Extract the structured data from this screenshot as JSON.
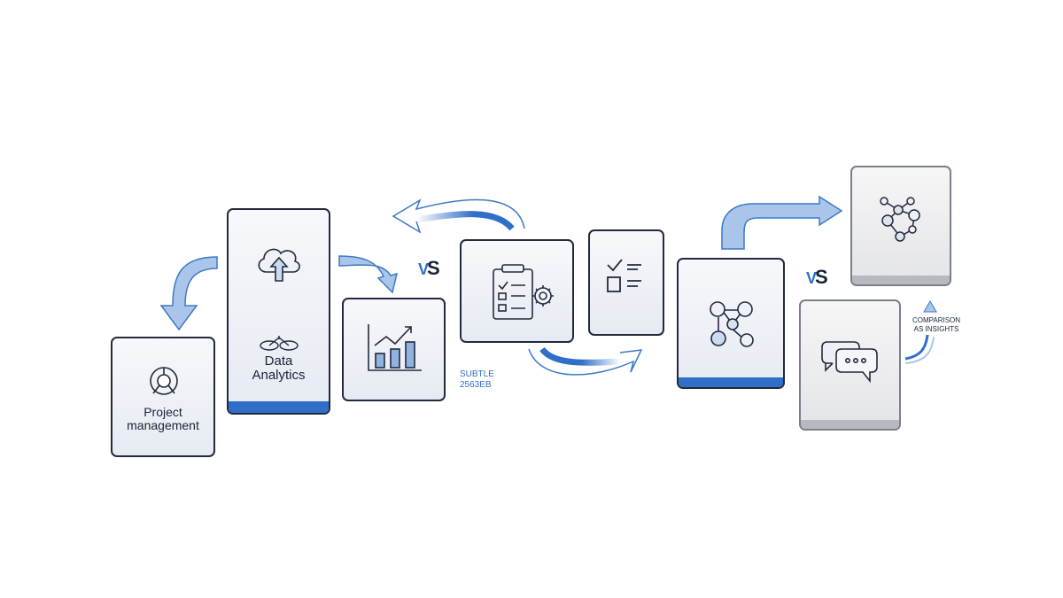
{
  "cards": {
    "project": {
      "label_line1": "Project",
      "label_line2": "management",
      "icon": "gear-people-icon"
    },
    "analytics": {
      "label_line1": "Data",
      "label_line2": "Analytics",
      "icon": "cloud-upload-icon"
    },
    "chart": {
      "icon": "bar-chart-trend-icon"
    },
    "clipboard": {
      "icon": "clipboard-gear-icon"
    },
    "checklist": {
      "icon": "checklist-icon"
    },
    "network": {
      "icon": "network-nodes-icon"
    },
    "network2": {
      "icon": "network-graph-icon"
    },
    "chat": {
      "icon": "chat-bubbles-icon"
    }
  },
  "vs1": {
    "v": "V",
    "s": "S"
  },
  "vs2": {
    "v": "V",
    "s": "S"
  },
  "note": {
    "line1": "SUBTLE",
    "line2": "2563EB"
  },
  "insight": {
    "line1": "COMPARISON",
    "line2": "AS INSIGHTS"
  },
  "colors": {
    "accent": "#2f6fc7",
    "light_accent": "#a9c6ea",
    "ink": "#232a3d"
  }
}
